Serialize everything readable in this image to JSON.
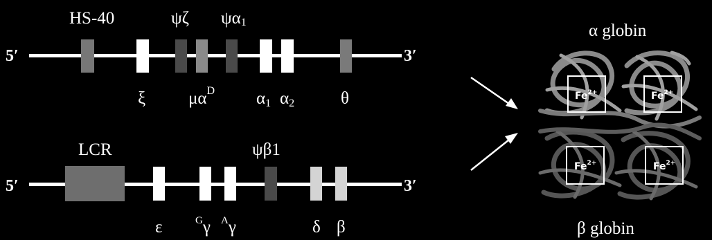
{
  "alpha_locus": {
    "five_prime": "5′",
    "three_prime": "3′",
    "labels": {
      "hs40": "HS-40",
      "psi_zeta": "ψζ",
      "psi_alpha1": "ψα",
      "psi_alpha1_sub": "1",
      "xi": "ξ",
      "mu_alpha": "μα",
      "mu_alpha_sup": "D",
      "alpha1": "α",
      "alpha1_sub": "1",
      "alpha2": "α",
      "alpha2_sub": "2",
      "theta": "θ"
    }
  },
  "beta_locus": {
    "five_prime": "5′",
    "three_prime": "3′",
    "labels": {
      "lcr": "LCR",
      "psi_beta1": "ψβ1",
      "epsilon": "ε",
      "g_gamma_sup": "G",
      "g_gamma": "γ",
      "a_gamma_sup": "A",
      "a_gamma": "γ",
      "delta": "δ",
      "beta": "β"
    }
  },
  "protein": {
    "alpha_label": "α globin",
    "beta_label": "β globin",
    "heme_label": "Fe",
    "heme_charge": "2+"
  },
  "colors": {
    "background": "#000000",
    "line": "#ffffff",
    "active_gene": "#ffffff",
    "pseudogene_dark": "#4a4a4a",
    "pseudogene_mid": "#7a7a7a",
    "lcr_box": "#6e6e6e",
    "delta_gene": "#d4d4d4",
    "ribbon_light": "#8a8a8a",
    "ribbon_dark": "#555555"
  }
}
